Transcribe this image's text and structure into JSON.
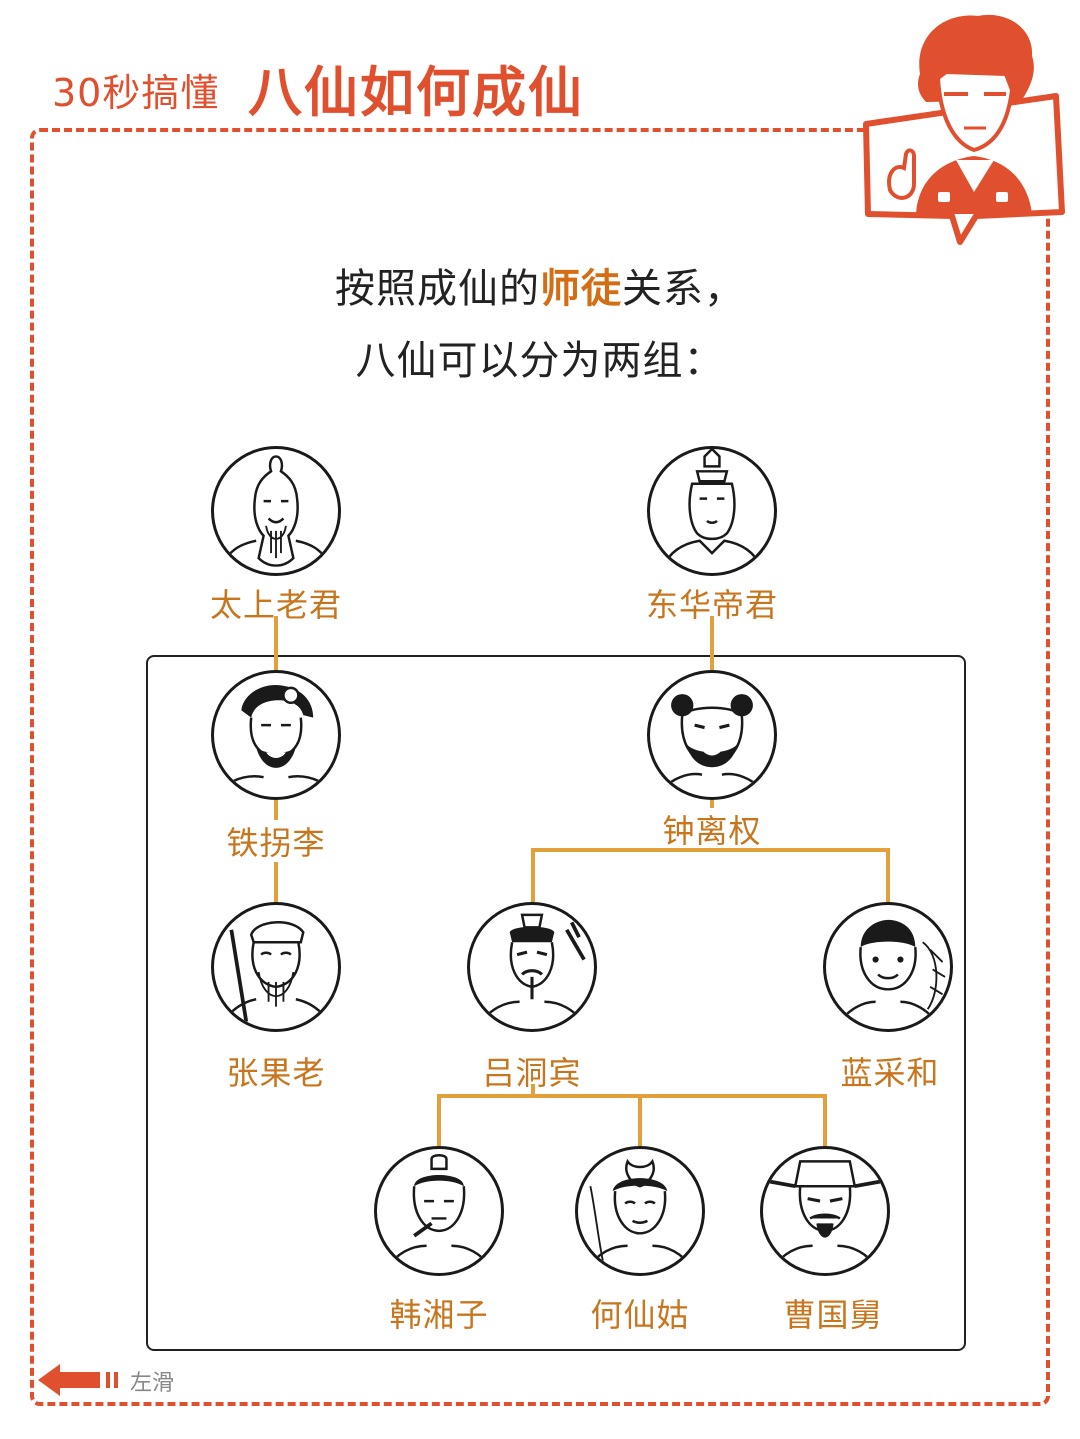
{
  "header": {
    "prefix": "30秒搞懂",
    "title": "八仙如何成仙"
  },
  "intro": {
    "line1_before": "按照成仙的",
    "line1_highlight": "师徒",
    "line1_after": "关系，",
    "line2": "八仙可以分为两组："
  },
  "nodes": {
    "taishang": "太上老君",
    "donghua": "东华帝君",
    "tieguaili": "铁拐李",
    "zhongliquan": "钟离权",
    "zhangguolao": "张果老",
    "lvdongbin": "吕洞宾",
    "lancaihe": "蓝采和",
    "hanxiangzi": "韩湘子",
    "hexiangu": "何仙姑",
    "caoguojiu": "曹国舅"
  },
  "footer": {
    "swipe_label": "左滑"
  },
  "colors": {
    "accent_red": "#e0502e",
    "name_orange": "#c8761e",
    "connector": "#e3a03a",
    "highlight": "#d46e14"
  }
}
